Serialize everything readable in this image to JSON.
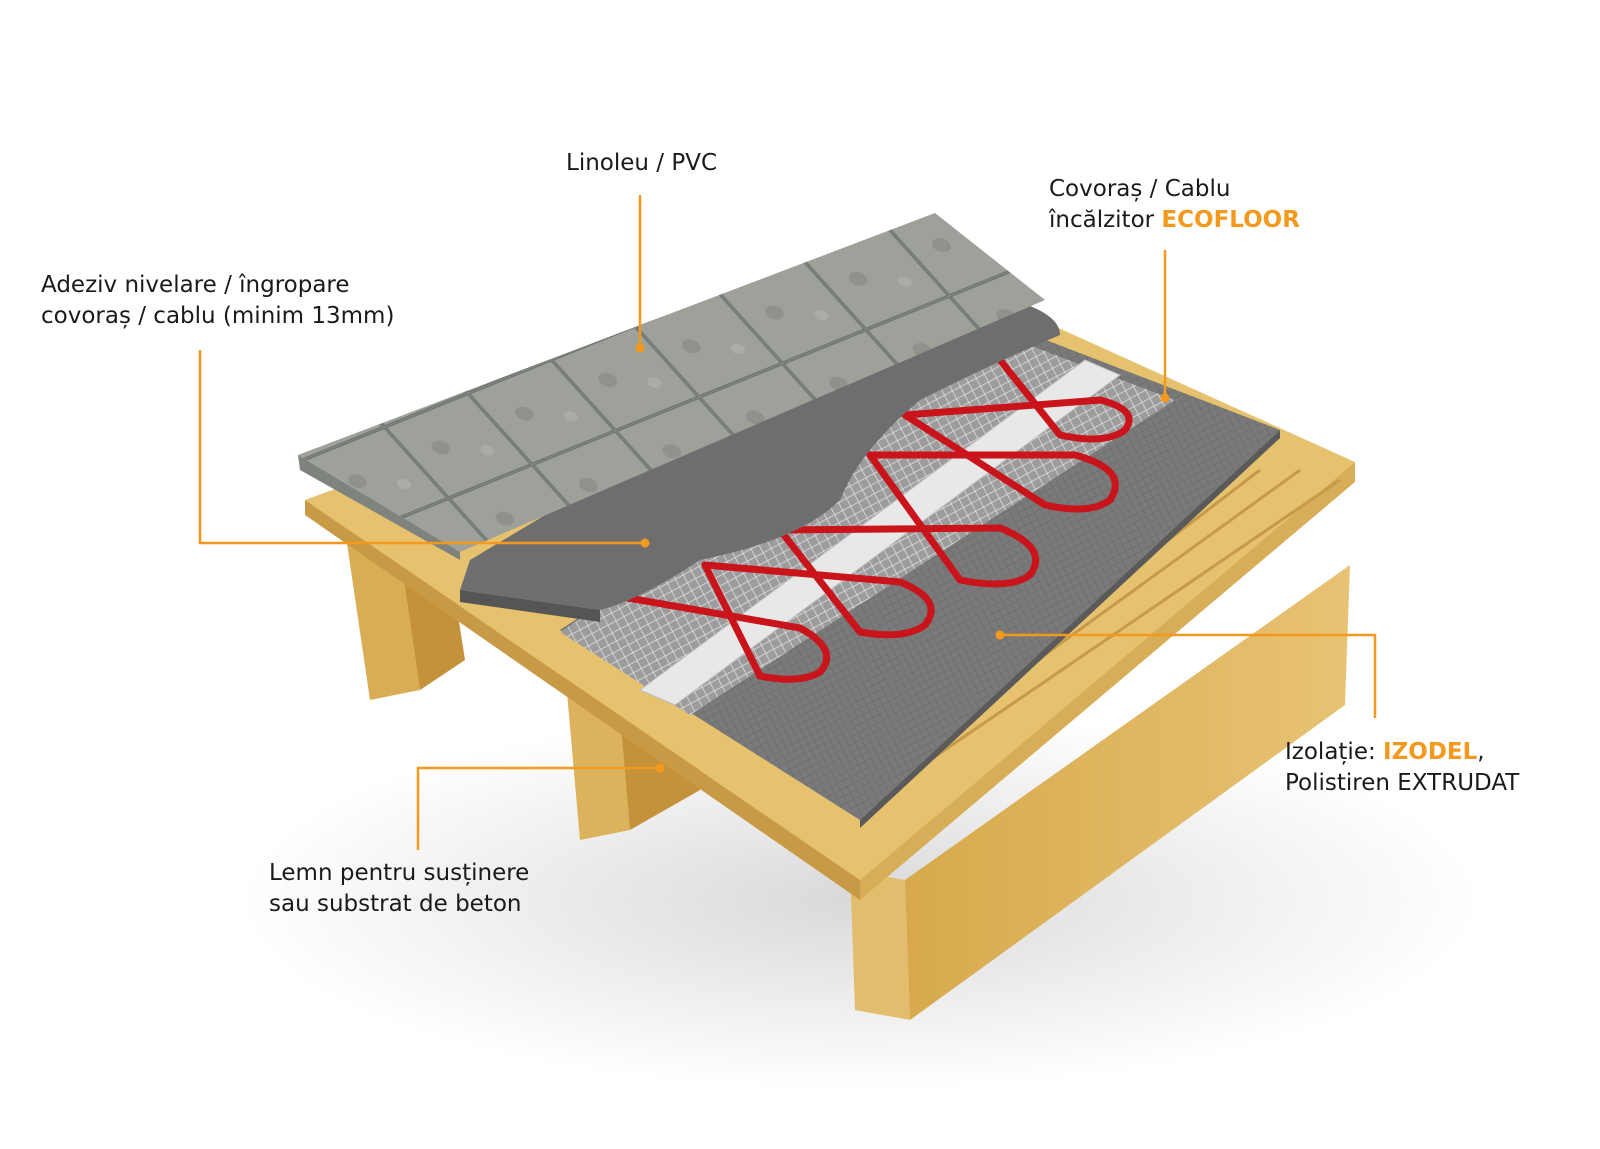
{
  "labels": {
    "linoleum": {
      "text": "Linoleu / PVC"
    },
    "adhesive": {
      "line1": "Adeziv nivelare / îngropare",
      "line2": "covoraș / cablu (minim 13mm)"
    },
    "heating": {
      "line1": "Covoraș / Cablu",
      "line2_prefix": "încălzitor ",
      "brand": "ECOFLOOR"
    },
    "insulation": {
      "line1_prefix": "Izolație: ",
      "brand": "IZODEL",
      "line1_suffix": ",",
      "line2": "Polistiren EXTRUDAT"
    },
    "wood": {
      "line1": "Lemn pentru susținere",
      "line2": "sau substrat de beton"
    }
  },
  "colors": {
    "accent": "#f39a1e",
    "cable": "#c8141a",
    "wood": "#e2b85f",
    "tile": "#9a9e98",
    "adhesive": "#6e6e6e",
    "insulation": "#7c7c7c"
  }
}
